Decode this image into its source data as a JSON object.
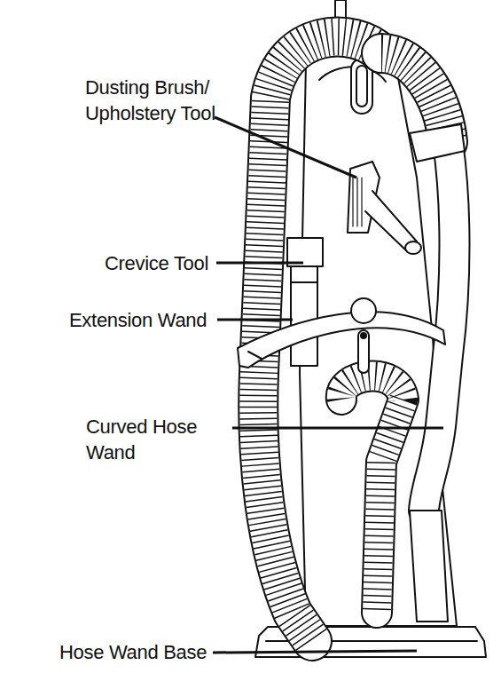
{
  "diagram": {
    "labels": [
      "Dusting Brush/ Upholstery Tool",
      "Crevice Tool",
      "Extension Wand",
      "Curved Hose Wand",
      "Hose Wand Base"
    ]
  }
}
